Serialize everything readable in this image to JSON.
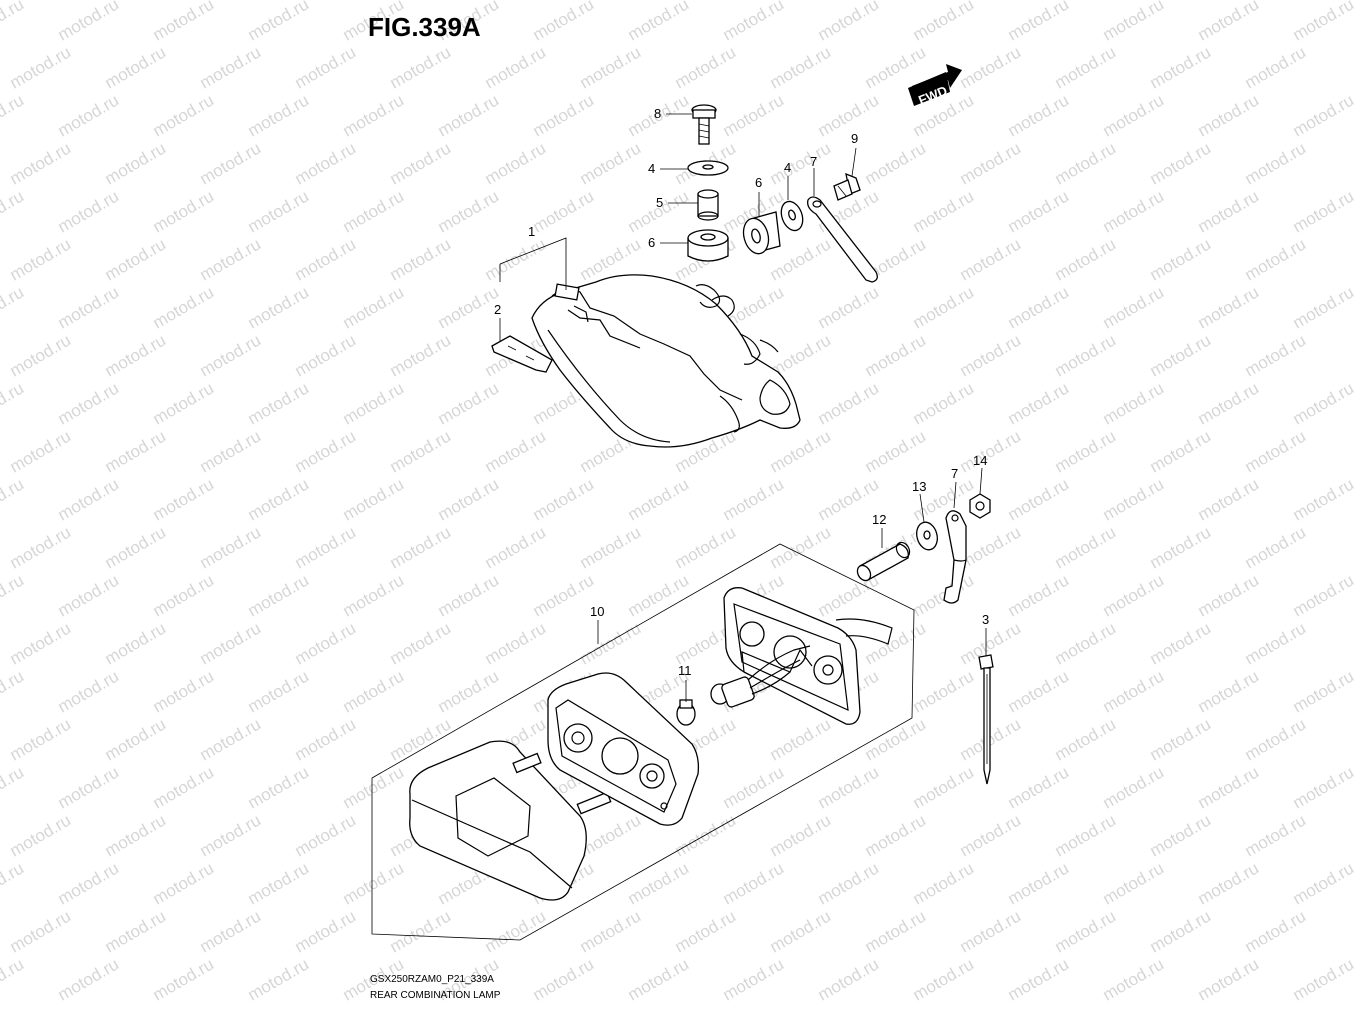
{
  "figure": {
    "title": "FIG.339A",
    "model_code": "GSX250RZAM0_P21_339A",
    "caption": "REAR COMBINATION LAMP",
    "fwd_label": "FWD",
    "watermark": "motod.ru"
  },
  "callouts": [
    {
      "label": "1"
    },
    {
      "label": "2"
    },
    {
      "label": "3"
    },
    {
      "label": "4"
    },
    {
      "label": "4"
    },
    {
      "label": "5"
    },
    {
      "label": "6"
    },
    {
      "label": "6"
    },
    {
      "label": "7"
    },
    {
      "label": "7"
    },
    {
      "label": "8"
    },
    {
      "label": "9"
    },
    {
      "label": "10"
    },
    {
      "label": "11"
    },
    {
      "label": "12"
    },
    {
      "label": "13"
    },
    {
      "label": "14"
    }
  ]
}
